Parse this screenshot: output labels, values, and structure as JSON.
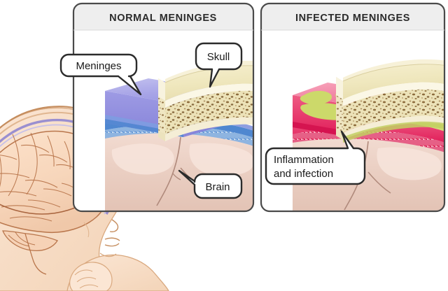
{
  "figure": {
    "background_color": "#ffffff",
    "panels": [
      {
        "id": "normal",
        "title": "NORMAL MENINGES",
        "title_bar_color": "#eeeeee",
        "border_color": "#4a4a4a",
        "labels": [
          {
            "name": "meninges",
            "text": "Meninges"
          },
          {
            "name": "skull",
            "text": "Skull"
          },
          {
            "name": "brain",
            "text": "Brain"
          }
        ]
      },
      {
        "id": "infected",
        "title": "INFECTED MENINGES",
        "title_bar_color": "#eeeeee",
        "border_color": "#4a4a4a",
        "labels": [
          {
            "name": "inflammation",
            "text_line1": "Inflammation",
            "text_line2": "and infection"
          }
        ]
      }
    ]
  },
  "overview": {
    "name": "infant-head-cross-section",
    "selection_box_color": "#6e6e6e"
  },
  "colors": {
    "skull_bone_top": "#efe6bc",
    "skull_bone_edge": "#efe7c6",
    "skull_marrow_speckle": "#6b4a22",
    "meninges_normal_top": "#a9a7e6",
    "meninges_normal_side": "#8d8ade",
    "meninges_blue_layer": "#5b8fd4",
    "brain_tissue": "#eccfc4",
    "brain_tissue_light": "#f6e3da",
    "infected_meninges_pink": "#f28aa8",
    "infected_meninges_red": "#e21f5c",
    "pus_yellow_green": "#ccd96a",
    "scalp_skin": "#f7dcc6",
    "brain_overview": "#f8d9bf",
    "sulci_line": "#a9704d",
    "dura_purple": "#9a8fd0"
  }
}
